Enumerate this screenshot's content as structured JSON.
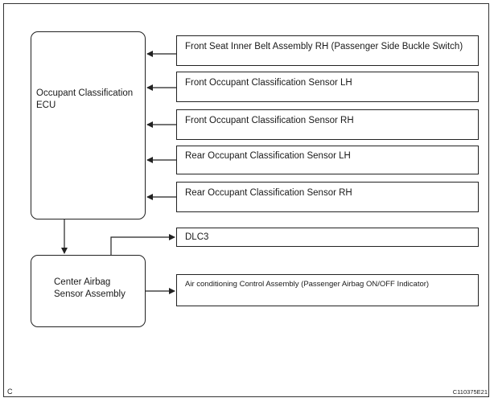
{
  "ecu": {
    "label_line1": "Occupant Classification",
    "label_line2": "ECU"
  },
  "airbag_ecu": {
    "label_line1": "Center Airbag",
    "label_line2": "Sensor Assembly"
  },
  "inputs": [
    "Front Seat Inner Belt Assembly RH (Passenger Side Buckle Switch)",
    "Front Occupant Classification Sensor LH",
    "Front Occupant Classification Sensor RH",
    "Rear Occupant Classification Sensor LH",
    "Rear Occupant Classification Sensor RH"
  ],
  "dlc": "DLC3",
  "ac_assembly": "Air conditioning Control Assembly (Passenger Airbag ON/OFF Indicator)",
  "corner_left": "C",
  "corner_right": "C110375E21"
}
